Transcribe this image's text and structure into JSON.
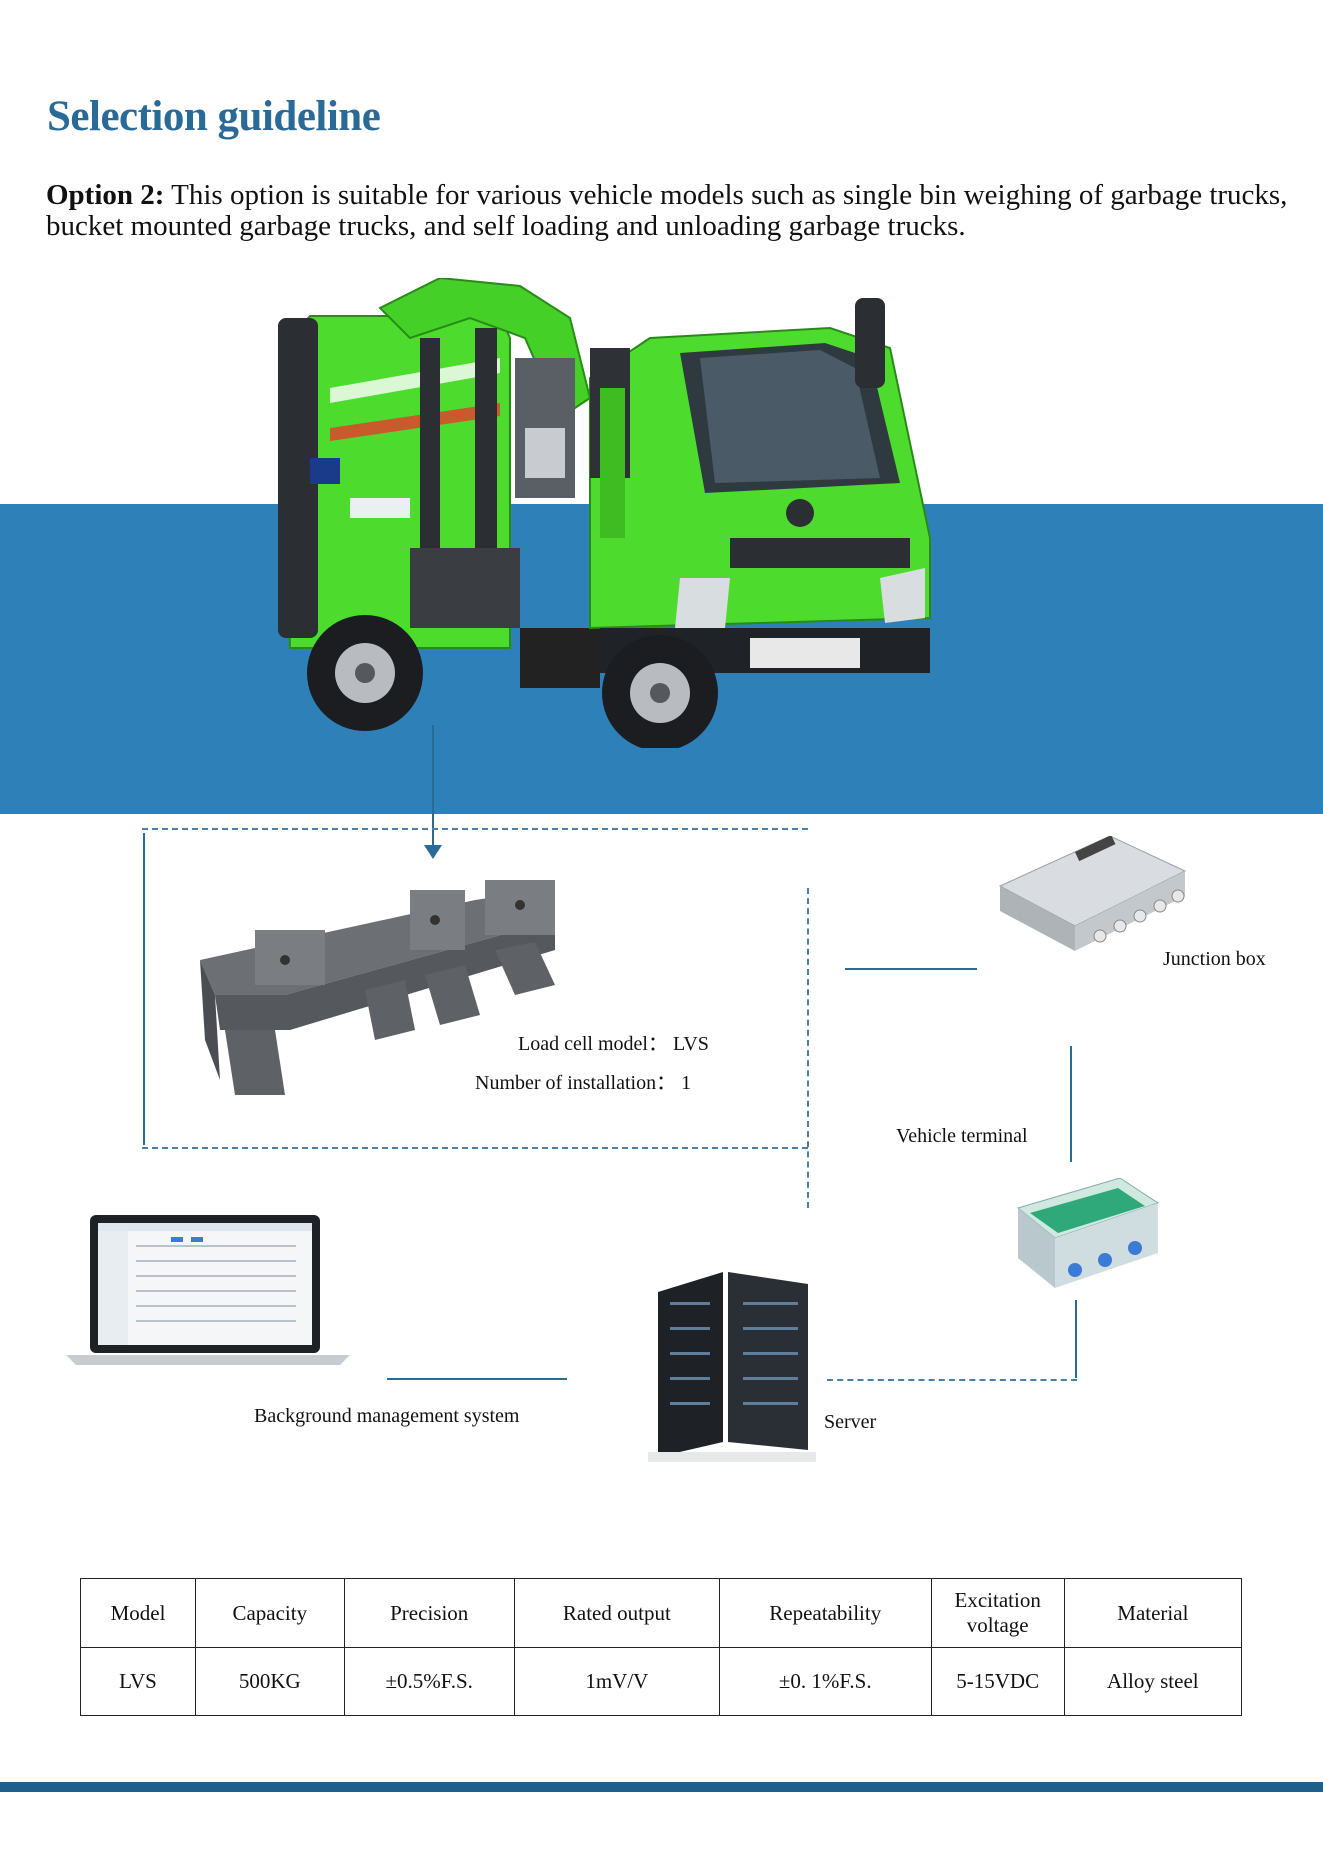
{
  "page_title": "Selection guideline",
  "option": {
    "label": "Option 2:",
    "text": " This option is suitable for various vehicle models such as single bin weighing of garbage trucks, bucket mounted garbage trucks, and self loading and unloading garbage trucks."
  },
  "diagram": {
    "load_cell_model": "Load cell model： LVS",
    "installation_count": "Number of installation： 1",
    "junction_box": "Junction box",
    "vehicle_terminal": "Vehicle terminal",
    "background_system": "Background management system",
    "server": "Server"
  },
  "spec_table": {
    "headers": [
      "Model",
      "Capacity",
      "Precision",
      "Rated output",
      "Repeatability",
      "Excitation voltage",
      "Material"
    ],
    "rows": [
      [
        "LVS",
        "500KG",
        "±0.5%F.S.",
        "1mV/V",
        "±0. 1%F.S.",
        "5-15VDC",
        "Alloy steel"
      ]
    ]
  },
  "colors": {
    "accent": "#2a6a96",
    "band": "#2e80b8",
    "truck_green": "#4ddc2e"
  }
}
